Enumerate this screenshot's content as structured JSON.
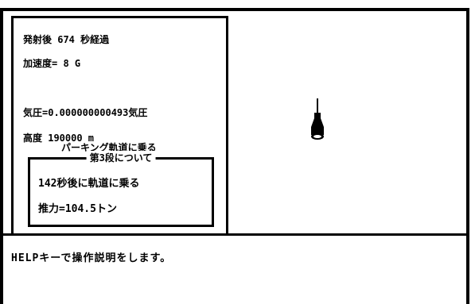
{
  "status": {
    "elapsed": "発射後 674 秒経過",
    "acceleration": "加速度= 8 G",
    "pressure": "気圧=0.000000000493気圧",
    "altitude": "高度 190000 m"
  },
  "parking_notice": "パーキング軌道に乗る",
  "stage_box": {
    "title": "第3段について",
    "orbit_time": "142秒後に軌道に乗る",
    "thrust": "推力=104.5トン"
  },
  "help": "HELPキーで操作説明をします。",
  "rocket_icon": "rocket-icon"
}
